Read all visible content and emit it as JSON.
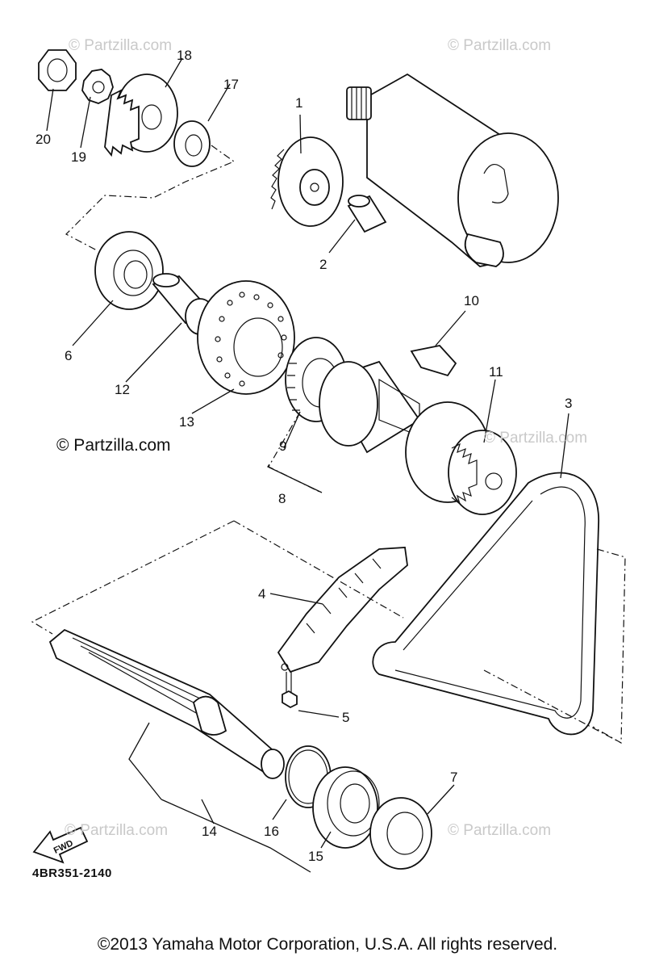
{
  "callouts": [
    {
      "id": "c1",
      "label": "1"
    },
    {
      "id": "c2",
      "label": "2"
    },
    {
      "id": "c3",
      "label": "3"
    },
    {
      "id": "c4",
      "label": "4"
    },
    {
      "id": "c5",
      "label": "5"
    },
    {
      "id": "c6",
      "label": "6"
    },
    {
      "id": "c7",
      "label": "7"
    },
    {
      "id": "c8",
      "label": "8"
    },
    {
      "id": "c9",
      "label": "9"
    },
    {
      "id": "c10",
      "label": "10"
    },
    {
      "id": "c11",
      "label": "11"
    },
    {
      "id": "c12",
      "label": "12"
    },
    {
      "id": "c13",
      "label": "13"
    },
    {
      "id": "c14",
      "label": "14"
    },
    {
      "id": "c15",
      "label": "15"
    },
    {
      "id": "c16",
      "label": "16"
    },
    {
      "id": "c17",
      "label": "17"
    },
    {
      "id": "c18",
      "label": "18"
    },
    {
      "id": "c19",
      "label": "19"
    },
    {
      "id": "c20",
      "label": "20"
    }
  ],
  "watermark": "© Partzilla.com",
  "fwd_label": "FWD",
  "diagram_code": "4BR351-2140",
  "copyright": "©2013 Yamaha Motor Corporation, U.S.A. All rights reserved."
}
